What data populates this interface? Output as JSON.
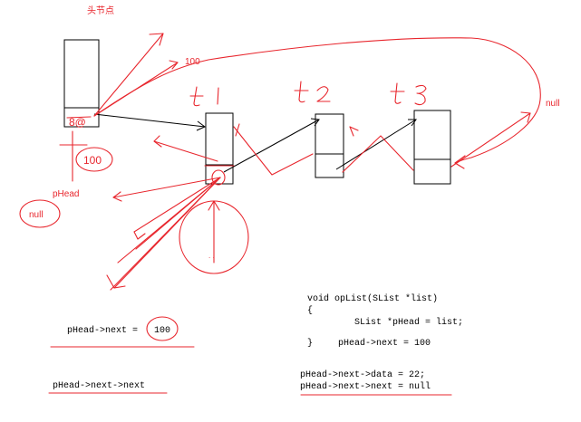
{
  "labels": {
    "head_node": "头节点",
    "val_100_top": "100",
    "null_right": "null",
    "ptr_addr": "8@",
    "boxed_100": "100",
    "phead": "pHead",
    "null_left": "null",
    "t1": "t1",
    "t2": "t2",
    "t3": "t3",
    "circle_text": ". ."
  },
  "code": {
    "line1": "void opList(SList *list)",
    "line2": "{",
    "line3": "SList *pHead = list;",
    "line4_brace": "}",
    "line4_stmt": "pHead->next = 100",
    "line5": "pHead->next->data = 22;",
    "line6": "pHead->next->next = null"
  },
  "notes": {
    "left1_prefix": "pHead->next = ",
    "left1_value": "100",
    "left2": "pHead->next->next"
  },
  "colors": {
    "ink_red": "#e8262d",
    "ink_black": "#000000",
    "background": "#ffffff"
  }
}
